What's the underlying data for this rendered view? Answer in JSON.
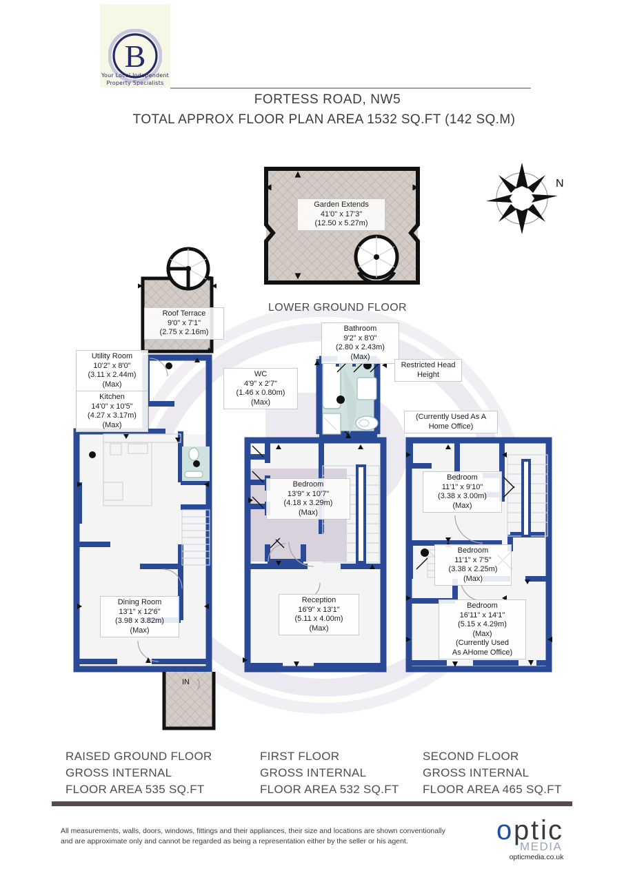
{
  "header": {
    "logo_letter": "B",
    "logo_tagline_line1": "Your Local Independent",
    "logo_tagline_line2": "Property Specialists",
    "title": "FORTESS ROAD, NW5",
    "subtitle": "TOTAL APPROX FLOOR PLAN AREA 1532 SQ.FT (142 SQ.M)"
  },
  "compass": {
    "north_label": "N"
  },
  "lower_ground": {
    "caption": "LOWER GROUND FLOOR",
    "garden": {
      "name": "Garden Extends",
      "imperial": "41'0\" x 17'3\"",
      "metric": "(12.50 x 5.27m)"
    }
  },
  "raised_ground": {
    "caption": "RAISED GROUND FLOOR\nGROSS INTERNAL\nFLOOR AREA 535 SQ.FT",
    "entrance_label": "IN",
    "rooms": [
      {
        "name": "Roof Terrace",
        "imperial": "9'0\" x 7'1\"",
        "metric": "(2.75 x 2.16m)",
        "note": ""
      },
      {
        "name": "Utility Room",
        "imperial": "10'2\" x 8'0\"",
        "metric": "(3.11 x 2.44m)",
        "note": "(Max)"
      },
      {
        "name": "Kitchen",
        "imperial": "14'0\" x 10'5\"",
        "metric": "(4.27 x 3.17m)",
        "note": "(Max)"
      },
      {
        "name": "Dining Room",
        "imperial": "13'1\" x 12'6\"",
        "metric": "(3.98 x 3.82m)",
        "note": "(Max)"
      }
    ]
  },
  "first_floor": {
    "caption": "FIRST FLOOR\nGROSS INTERNAL\nFLOOR AREA 532 SQ.FT",
    "rooms": [
      {
        "name": "WC",
        "imperial": "4'9\" x 2'7\"",
        "metric": "(1.46 x 0.80m)",
        "note": "(Max)"
      },
      {
        "name": "Bathroom",
        "imperial": "9'2\" x 8'0\"",
        "metric": "(2.80 x 2.43m)",
        "note": "(Max)"
      },
      {
        "name": "Bedroom",
        "imperial": "13'9\" x 10'7\"",
        "metric": "(4.18 x 3.29m)",
        "note": "(Max)"
      },
      {
        "name": "Reception",
        "imperial": "16'9\" x 13'1\"",
        "metric": "(5.11 x 4.00m)",
        "note": "(Max)"
      }
    ],
    "restricted_head_height": "Restricted Head\nHeight"
  },
  "second_floor": {
    "caption": "SECOND FLOOR\nGROSS INTERNAL\nFLOOR AREA 465 SQ.FT",
    "home_office_note": "(Currently Used As A\nHome Office)",
    "rooms": [
      {
        "name": "Bedroom",
        "imperial": "11'1\" x 9'10\"",
        "metric": "(3.38 x 3.00m)",
        "note": "(Max)"
      },
      {
        "name": "Bedroom",
        "imperial": "11'1\" x 7'5\"",
        "metric": "(3.38 x 2.25m)",
        "note": "(Max)"
      },
      {
        "name": "Bedroom",
        "imperial": "16'11\" x 14'1\"",
        "metric": "(5.15 x 4.29m)",
        "note": "(Max)\n(Currently Used\nAs AHome Office)"
      }
    ]
  },
  "footer": {
    "disclaimer": "All measurements, walls, doors, windows, fittings and their appliances, their size and locations are shown conventionally and are approximate only and cannot be regarded as being a representation either by the seller or his agent.",
    "brand_optic": "optic",
    "brand_media": "MEDIA",
    "url": "opticmedia.co.uk"
  },
  "colors": {
    "wall_blue": "#2a4a96",
    "wall_black": "#111111",
    "hatch_fill": "#d2cbc6",
    "room_fill": "#f2f2f2",
    "bath_fill": "#cfe2e0",
    "highlight_fill": "#d9d2dc",
    "footer_rule": "#57494b",
    "logo_navy": "#262a66",
    "logo_bg": "#f7f7e8"
  }
}
